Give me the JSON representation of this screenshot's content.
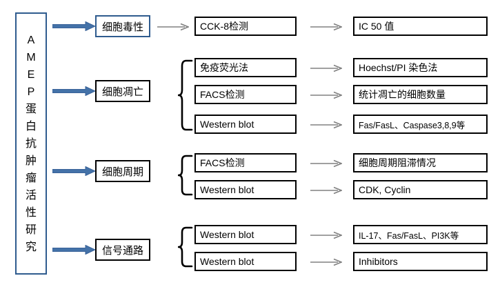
{
  "diagram": {
    "title_vertical": "A\nM\nE\nP\n蛋\n白\n抗\n肿\n瘤\n活\n性\n研\n究",
    "colors": {
      "accent_blue": "#2E5B8E",
      "arrow_blue": "#4472A8",
      "thin_arrow_gray": "#808080",
      "box_black": "#000000",
      "background": "#FFFFFF"
    },
    "branches": [
      {
        "category": "细胞毒性",
        "category_border": "blue",
        "rows": [
          {
            "method": "CCK-8检测",
            "result": "IC 50 值"
          }
        ]
      },
      {
        "category": "细胞凋亡",
        "category_border": "black",
        "rows": [
          {
            "method": "免疫荧光法",
            "result": "Hoechst/PI 染色法"
          },
          {
            "method": "FACS检测",
            "result": "统计凋亡的细胞数量"
          },
          {
            "method": "Western blot",
            "result": "Fas/FasL、Caspase3,8,9等"
          }
        ]
      },
      {
        "category": "细胞周期",
        "category_border": "black",
        "rows": [
          {
            "method": "FACS检测",
            "result": "细胞周期阻滞情况"
          },
          {
            "method": "Western blot",
            "result": "CDK, Cyclin"
          }
        ]
      },
      {
        "category": "信号通路",
        "category_border": "black",
        "rows": [
          {
            "method": "Western blot",
            "result": "IL-17、Fas/FasL、PI3K等"
          },
          {
            "method": "Western blot",
            "result": "Inhibitors"
          }
        ]
      }
    ]
  }
}
